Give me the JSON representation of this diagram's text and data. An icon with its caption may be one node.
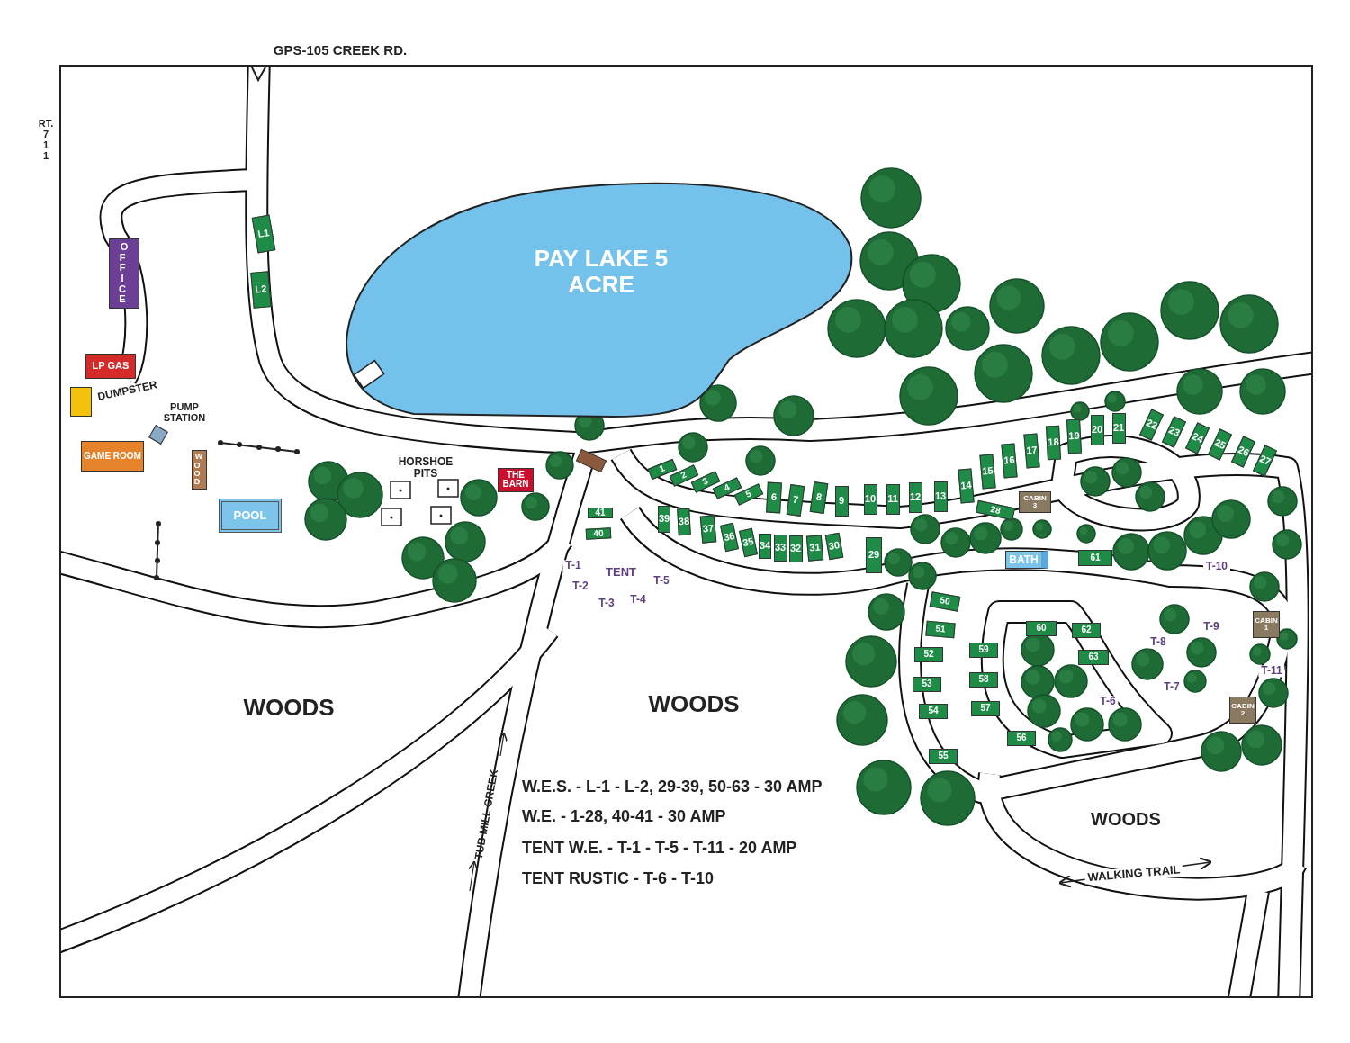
{
  "diagram": {
    "nodes": [
      {
        "text": [
          "OFFICE"
        ]
      },
      {
        "text": [
          "L1"
        ]
      },
      {
        "text": [
          "L2"
        ]
      },
      {
        "text": [
          "PAY LAKE 5 ACRE"
        ]
      },
      {
        "text": [
          "LP GAS"
        ]
      },
      {
        "text": [
          "DUMPSTER"
        ]
      },
      {
        "text": [
          "PUMP STATION"
        ]
      },
      {
        "text": [
          "GAME ROOM"
        ]
      },
      {
        "text": [
          "WOOD"
        ]
      },
      {
        "text": [
          "POOL"
        ]
      },
      {
        "text": [
          "THE BARN"
        ]
      },
      {
        "text": [
          "1"
        ]
      },
      {
        "text": [
          "2"
        ]
      },
      {
        "text": [
          "3"
        ]
      },
      {
        "text": [
          "4"
        ]
      },
      {
        "text": [
          "5"
        ]
      },
      {
        "text": [
          "6"
        ]
      },
      {
        "text": [
          "7"
        ]
      },
      {
        "text": [
          "8"
        ]
      },
      {
        "text": [
          "9"
        ]
      },
      {
        "text": [
          "10"
        ]
      },
      {
        "text": [
          "11"
        ]
      },
      {
        "text": [
          "12"
        ]
      },
      {
        "text": [
          "13"
        ]
      },
      {
        "text": [
          "14"
        ]
      },
      {
        "text": [
          "15"
        ]
      },
      {
        "text": [
          "16"
        ]
      },
      {
        "text": [
          "17"
        ]
      },
      {
        "text": [
          "18"
        ]
      },
      {
        "text": [
          "19"
        ]
      },
      {
        "text": [
          "20"
        ]
      },
      {
        "text": [
          "21"
        ]
      },
      {
        "text": [
          "22"
        ]
      },
      {
        "text": [
          "23"
        ]
      },
      {
        "text": [
          "24"
        ]
      },
      {
        "text": [
          "25"
        ]
      },
      {
        "text": [
          "26"
        ]
      },
      {
        "text": [
          "27"
        ]
      },
      {
        "text": [
          "28"
        ]
      },
      {
        "text": [
          "29"
        ]
      },
      {
        "text": [
          "30"
        ]
      },
      {
        "text": [
          "31"
        ]
      },
      {
        "text": [
          "32"
        ]
      },
      {
        "text": [
          "33"
        ]
      },
      {
        "text": [
          "34"
        ]
      },
      {
        "text": [
          "35"
        ]
      },
      {
        "text": [
          "36"
        ]
      },
      {
        "text": [
          "37"
        ]
      },
      {
        "text": [
          "38"
        ]
      },
      {
        "text": [
          "39"
        ]
      },
      {
        "text": [
          "40"
        ]
      },
      {
        "text": [
          "41"
        ]
      },
      {
        "text": [
          "CABIN 3"
        ]
      },
      {
        "text": [
          "BATH"
        ]
      },
      {
        "text": [
          "50"
        ]
      },
      {
        "text": [
          "51"
        ]
      },
      {
        "text": [
          "52"
        ]
      },
      {
        "text": [
          "53"
        ]
      },
      {
        "text": [
          "54"
        ]
      },
      {
        "text": [
          "55"
        ]
      },
      {
        "text": [
          "56"
        ]
      },
      {
        "text": [
          "57"
        ]
      },
      {
        "text": [
          "58"
        ]
      },
      {
        "text": [
          "59"
        ]
      },
      {
        "text": [
          "60"
        ]
      },
      {
        "text": [
          "61"
        ]
      },
      {
        "text": [
          "62"
        ]
      },
      {
        "text": [
          "63"
        ]
      },
      {
        "text": [
          "CABIN 1"
        ]
      },
      {
        "text": [
          "CABIN 2"
        ]
      }
    ],
    "labels": [
      "GPS-105  CREEK RD.",
      "RT. 7 1 1",
      "HORSHOE PITS",
      "T-1",
      "TENT",
      "T-5",
      "T-2",
      "T-4",
      "T-3",
      "T-10",
      "T-9",
      "T-8",
      "T-11",
      "T-7",
      "T-6",
      "WOODS",
      "WOODS",
      "W.E.S. - L-1 - L-2, 29-39, 50-63 - 30 AMP",
      "W.E. - 1-28, 40-41 - 30 AMP",
      "TENT W.E. - T-1 - T-5 - T-11 - 20 AMP",
      "TENT RUSTIC - T-6 - T-10",
      "WOODS",
      "TUB MILL CREEK",
      "WALKING TRAIL"
    ]
  }
}
